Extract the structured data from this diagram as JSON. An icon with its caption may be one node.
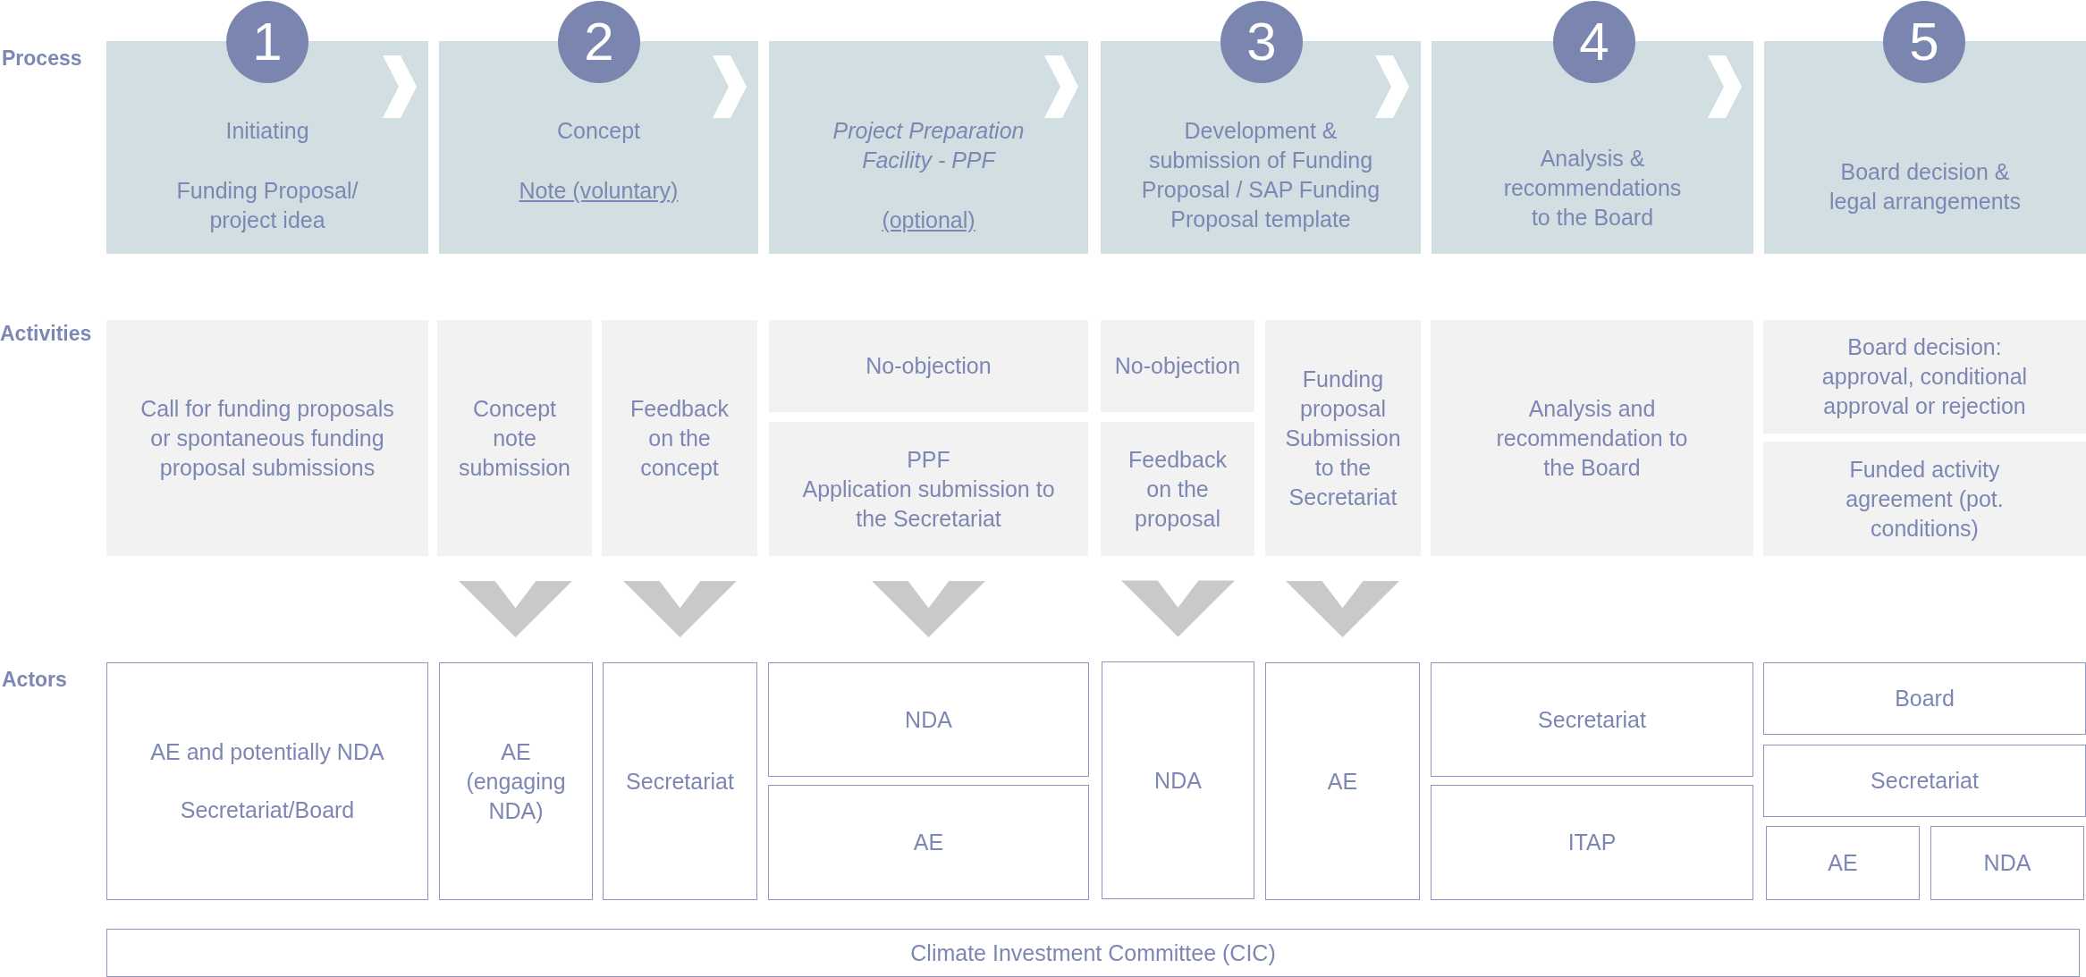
{
  "diagram": {
    "nodes": [
      {
        "text": [
          "1"
        ]
      },
      {
        "text": [
          "2"
        ]
      },
      {
        "text": [
          "3"
        ]
      },
      {
        "text": [
          "4"
        ]
      },
      {
        "text": [
          "5"
        ]
      },
      {
        "text": [
          "Initiating",
          "Funding Proposal/ project idea"
        ]
      },
      {
        "text": [
          "Concept",
          "Note (voluntary)"
        ]
      },
      {
        "text": [
          "Project Preparation Facility - PPF",
          "(optional)"
        ]
      },
      {
        "text": [
          "Development & submission of Funding Proposal / SAP Funding Proposal template"
        ]
      },
      {
        "text": [
          "Analysis & recommendations to the Board"
        ]
      },
      {
        "text": [
          "Board decision & legal arrangements"
        ]
      },
      {
        "text": [
          "Call for funding proposals or spontaneous funding proposal submissions"
        ]
      },
      {
        "text": [
          "Concept note submission"
        ]
      },
      {
        "text": [
          "Feedback on the concept"
        ]
      },
      {
        "text": [
          "No-objection"
        ]
      },
      {
        "text": [
          "PPF",
          "Application submission to the Secretariat"
        ]
      },
      {
        "text": [
          "No-objection"
        ]
      },
      {
        "text": [
          "Feedback on the proposal"
        ]
      },
      {
        "text": [
          "Funding proposal Submission to the Secretariat"
        ]
      },
      {
        "text": [
          "Analysis and recommendation to the Board"
        ]
      },
      {
        "text": [
          "Board decision: approval, conditional approval or rejection"
        ]
      },
      {
        "text": [
          "Funded activity agreement (pot. conditions)"
        ]
      },
      {
        "text": [
          "AE and potentially NDA",
          "Secretariat/Board"
        ]
      },
      {
        "text": [
          "AE (engaging NDA)"
        ]
      },
      {
        "text": [
          "Secretariat"
        ]
      },
      {
        "text": [
          "NDA"
        ]
      },
      {
        "text": [
          "AE"
        ]
      },
      {
        "text": [
          "NDA"
        ]
      },
      {
        "text": [
          "AE"
        ]
      },
      {
        "text": [
          "Secretariat"
        ]
      },
      {
        "text": [
          "ITAP"
        ]
      },
      {
        "text": [
          "Board"
        ]
      },
      {
        "text": [
          "Secretariat"
        ]
      },
      {
        "text": [
          "AE"
        ]
      },
      {
        "text": [
          "NDA"
        ]
      },
      {
        "text": [
          "Climate Investment Committee (CIC)"
        ]
      }
    ],
    "edges": [
      {
        "from": 5,
        "to": 6,
        "arrow": "to",
        "color": "#ffffff"
      },
      {
        "from": 6,
        "to": 7,
        "arrow": "to",
        "color": "#ffffff"
      },
      {
        "from": 7,
        "to": 8,
        "arrow": "to",
        "color": "#ffffff"
      },
      {
        "from": 8,
        "to": 9,
        "arrow": "to",
        "color": "#ffffff"
      },
      {
        "from": 9,
        "to": 10,
        "arrow": "to",
        "color": "#ffffff"
      },
      {
        "from": 12,
        "to": 23,
        "arrow": "to",
        "color": "#c9c9c9"
      },
      {
        "from": 13,
        "to": 24,
        "arrow": "to",
        "color": "#c9c9c9"
      },
      {
        "from": 15,
        "to": 25,
        "arrow": "to",
        "color": "#c9c9c9"
      },
      {
        "from": 17,
        "to": 27,
        "arrow": "to",
        "color": "#c9c9c9"
      },
      {
        "from": 18,
        "to": 28,
        "arrow": "to",
        "color": "#c9c9c9"
      }
    ],
    "labels": [
      "Process",
      "Activities",
      "Actors"
    ]
  }
}
